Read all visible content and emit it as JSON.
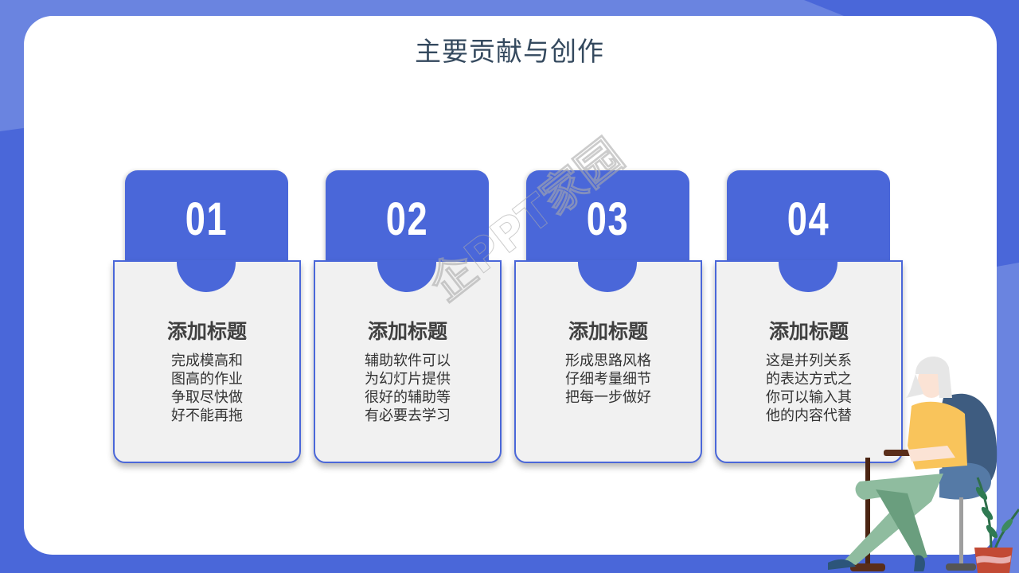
{
  "slide": {
    "title": "主要贡献与创作",
    "watermark": "企PPT家园",
    "colors": {
      "accent": "#4A67D9",
      "accent_light": "#6A84E0",
      "card_bg": "#F1F1F1",
      "title_text": "#34495E",
      "heading_text": "#404040"
    }
  },
  "cards": [
    {
      "number": "01",
      "heading": "添加标题",
      "lines": [
        "完成模高和",
        "图高的作业",
        "争取尽快做",
        "好不能再拖"
      ]
    },
    {
      "number": "02",
      "heading": "添加标题",
      "lines": [
        "辅助软件可以",
        "为幻灯片提供",
        "很好的辅助等",
        "有必要去学习"
      ]
    },
    {
      "number": "03",
      "heading": "添加标题",
      "lines": [
        "形成思路风格",
        "仔细考量细节",
        "把每一步做好"
      ]
    },
    {
      "number": "04",
      "heading": "添加标题",
      "lines": [
        "这是并列关系",
        "的表达方式之",
        "你可以输入其",
        "他的内容代替"
      ]
    }
  ],
  "illustration": {
    "icon": "woman-sitting-at-table-illustration",
    "plant_icon": "potted-plant-icon"
  }
}
